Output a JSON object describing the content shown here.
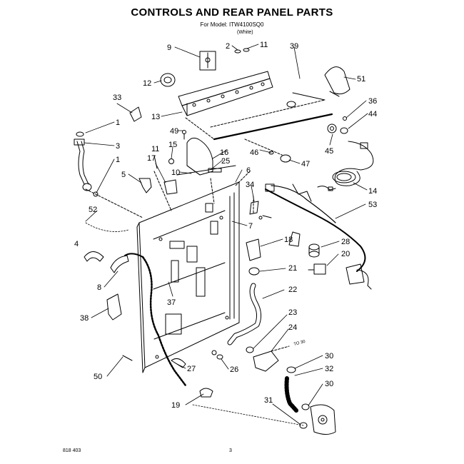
{
  "header": {
    "title": "CONTROLS AND REAR PANEL PARTS",
    "model_line": "For Model: ITW4100SQ0",
    "color_line": "(White)"
  },
  "footer": {
    "code": "818  403",
    "page_number": "3"
  },
  "labels": {
    "p9": "9",
    "p2": "2",
    "p11a": "11",
    "p39": "39",
    "p51": "51",
    "p12": "12",
    "p33": "33",
    "p36": "36",
    "p44": "44",
    "p13": "13",
    "p1a": "1",
    "p49": "49",
    "p45": "45",
    "p3": "3",
    "p11b": "11",
    "p15": "15",
    "p16": "16",
    "p46": "46",
    "p47": "47",
    "p1b": "1",
    "p17": "17",
    "p25": "25",
    "p10": "10",
    "p6": "6",
    "p5": "5",
    "p34": "34",
    "p14": "14",
    "p53": "53",
    "p52": "52",
    "p7": "7",
    "p18": "18",
    "p28": "28",
    "p4": "4",
    "p20": "20",
    "p21": "21",
    "p8": "8",
    "p22": "22",
    "p38": "38",
    "p37": "37",
    "p23": "23",
    "p24": "24",
    "p30a": "30",
    "p50": "50",
    "p27": "27",
    "p26": "26",
    "p32": "32",
    "p30b": "30",
    "p19": "19",
    "p31": "31",
    "to_note": "TO 30"
  }
}
